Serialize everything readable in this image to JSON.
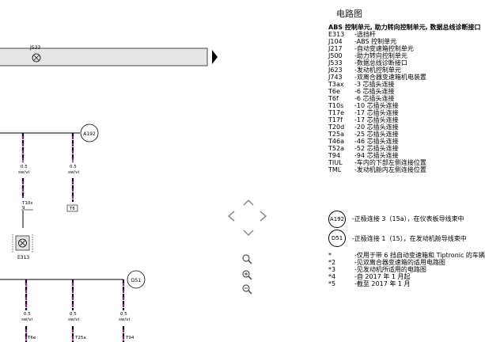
{
  "page_title": "电路图",
  "legend_title": "ABS 控制单元, 助力转向控制单元, 数据总线诊断接口",
  "legend": [
    {
      "code": "E313",
      "desc": "-选挡杆"
    },
    {
      "code": "J104",
      "desc": "-ABS 控制单元"
    },
    {
      "code": "J217",
      "desc": "-自动变速箱控制单元"
    },
    {
      "code": "J500",
      "desc": "-助力转向控制单元"
    },
    {
      "code": "J533",
      "desc": "-数据总线诊断接口"
    },
    {
      "code": "J623",
      "desc": "-发动机控制单元"
    },
    {
      "code": "J743",
      "desc": "-双离合器变速箱机电装置"
    },
    {
      "code": "T3ax",
      "desc": "-3 芯插头连接"
    },
    {
      "code": "T6e",
      "desc": "-6 芯插头连接"
    },
    {
      "code": "T6f",
      "desc": "-6 芯插头连接"
    },
    {
      "code": "T10s",
      "desc": "-10 芯插头连接"
    },
    {
      "code": "T17e",
      "desc": "-17 芯插头连接"
    },
    {
      "code": "T17f",
      "desc": "-17 芯插头连接"
    },
    {
      "code": "T20d",
      "desc": "-20 芯插头连接"
    },
    {
      "code": "T25a",
      "desc": "-25 芯插头连接"
    },
    {
      "code": "T46a",
      "desc": "-46 芯插头连接"
    },
    {
      "code": "T52a",
      "desc": "-52 芯插头连接"
    },
    {
      "code": "T94",
      "desc": "-94 芯插头连接"
    },
    {
      "code": "TIUL",
      "desc": "-车内的下部左侧连接位置"
    },
    {
      "code": "TML",
      "desc": "-发动机舱内左侧连接位置"
    }
  ],
  "connections": [
    {
      "id": "A192",
      "desc": "-正极连接 3（15a），在仪表板导线束中"
    },
    {
      "id": "D51",
      "desc": "-正极连接 1（15），在发动机舱导线束中"
    }
  ],
  "notes": [
    {
      "code": "*",
      "desc": "-仅用于带 6 挡自动变速箱和 Tiptronic 的车辆"
    },
    {
      "code": "*2",
      "desc": "-见双离合器变速箱的适用电路图"
    },
    {
      "code": "*3",
      "desc": "-见发动机所适用的电路图"
    },
    {
      "code": "*4",
      "desc": "-自 2017 年 1 月起"
    },
    {
      "code": "*5",
      "desc": "-截至 2017 年 1 月"
    }
  ],
  "diagram": {
    "top_bar_label": "J533",
    "e313_label": "E313",
    "connector_a192": "A192",
    "connector_d51": "D51",
    "wires": [
      {
        "size": "0.5",
        "color": "sw/vi"
      },
      {
        "size": "0.5",
        "color": "sw/vi"
      },
      {
        "size": "0.5",
        "color": "sw/vi"
      },
      {
        "size": "0.5",
        "color": "sw/vi"
      },
      {
        "size": "0.5",
        "color": "sw/vi"
      }
    ],
    "plugs": [
      {
        "name": "T10s",
        "pin": "9"
      },
      {
        "name": "",
        "pin": "T6"
      },
      {
        "name": "T6e",
        "pin": ""
      },
      {
        "name": "T25a",
        "pin": ""
      },
      {
        "name": "T94",
        "pin": ""
      }
    ]
  },
  "nav": {
    "up": "chevron-up-icon",
    "down": "chevron-down-icon",
    "left": "chevron-left-icon",
    "right": "chevron-right-icon",
    "zoom_in": "zoom-in-icon",
    "zoom_reset": "zoom-reset-icon",
    "zoom_out": "zoom-out-icon"
  }
}
